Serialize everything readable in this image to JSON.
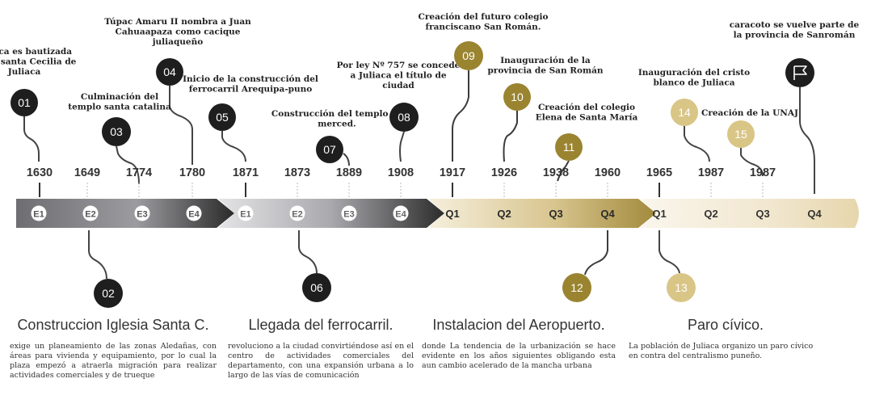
{
  "events": [
    {
      "num": "01",
      "caption": [
        "Juliaca es bautizada",
        "como santa Cecilia de",
        "Juliaca"
      ]
    },
    {
      "num": "02",
      "caption": []
    },
    {
      "num": "03",
      "caption": [
        "Culminación del",
        "templo santa catalina"
      ]
    },
    {
      "num": "04",
      "caption": [
        "Túpac Amaru II nombra a Juan",
        "Cahuaapaza como cacique",
        "juliaqueño"
      ]
    },
    {
      "num": "05",
      "caption": [
        "Inicio de la construcción del",
        "ferrocarril Arequipa-puno"
      ]
    },
    {
      "num": "06",
      "caption": []
    },
    {
      "num": "07",
      "caption": [
        "Construcción del templo de",
        "merced."
      ]
    },
    {
      "num": "08",
      "caption": [
        "Por ley Nº 757 se concede",
        "a Juliaca el título de",
        "ciudad"
      ]
    },
    {
      "num": "09",
      "caption": [
        "Creación del futuro colegio",
        "franciscano San Román."
      ]
    },
    {
      "num": "10",
      "caption": [
        "Inauguración de la",
        "provincia de San Román"
      ]
    },
    {
      "num": "11",
      "caption": [
        "Creación del colegio",
        "Elena de Santa María"
      ]
    },
    {
      "num": "12",
      "caption": []
    },
    {
      "num": "13",
      "caption": []
    },
    {
      "num": "14",
      "caption": [
        "Inauguración del cristo",
        "blanco de Juliaca"
      ]
    },
    {
      "num": "15",
      "caption": [
        "Creación de la UNAJ"
      ]
    },
    {
      "num": "",
      "icon": "flag-icon",
      "caption": [
        "caracoto se vuelve parte de",
        "la provincia de Sanromán"
      ]
    }
  ],
  "years": [
    "1630",
    "1649",
    "1774",
    "1780",
    "1871",
    "1873",
    "1889",
    "1908",
    "1917",
    "1926",
    "1938",
    "1960",
    "1965",
    "1987",
    "1987"
  ],
  "segments": [
    "E1",
    "E2",
    "E3",
    "E4",
    "E1",
    "E2",
    "E3",
    "E4",
    "Q1",
    "Q2",
    "Q3",
    "Q4",
    "Q1",
    "Q2",
    "Q3",
    "Q4"
  ],
  "colors": {
    "black": "#1e1e1e",
    "olive": "#9a8430",
    "light_gold": "#d9c586",
    "bar_gray": "#8a8a8c",
    "bar_dark": "#2b2b2b",
    "bar_gold": "#c9b678",
    "bar_cream": "#f4ecd8"
  },
  "panels": [
    {
      "title": "Construccion Iglesia Santa C.",
      "text": "exige un planeamiento de las zonas Aledañas, con áreas para vivienda y equipamiento, por lo cual la plaza empezó a atraerla migración para realizar actividades comerciales y de trueque"
    },
    {
      "title": "Llegada del ferrocarril.",
      "text": "revoluciono a la ciudad convirtiéndose así en el centro de actividades comerciales del departamento, con una expansión urbana a lo largo de las vías de comunicación"
    },
    {
      "title": "Instalacion del Aeropuerto.",
      "text": "donde La tendencia de la urbanización se hace evidente en los años siguientes obligando esta aun cambio acelerado de la mancha urbana"
    },
    {
      "title": "Paro cívico.",
      "text": "La población de Juliaca organizo un paro cívico en contra del centralismo puneño."
    }
  ]
}
